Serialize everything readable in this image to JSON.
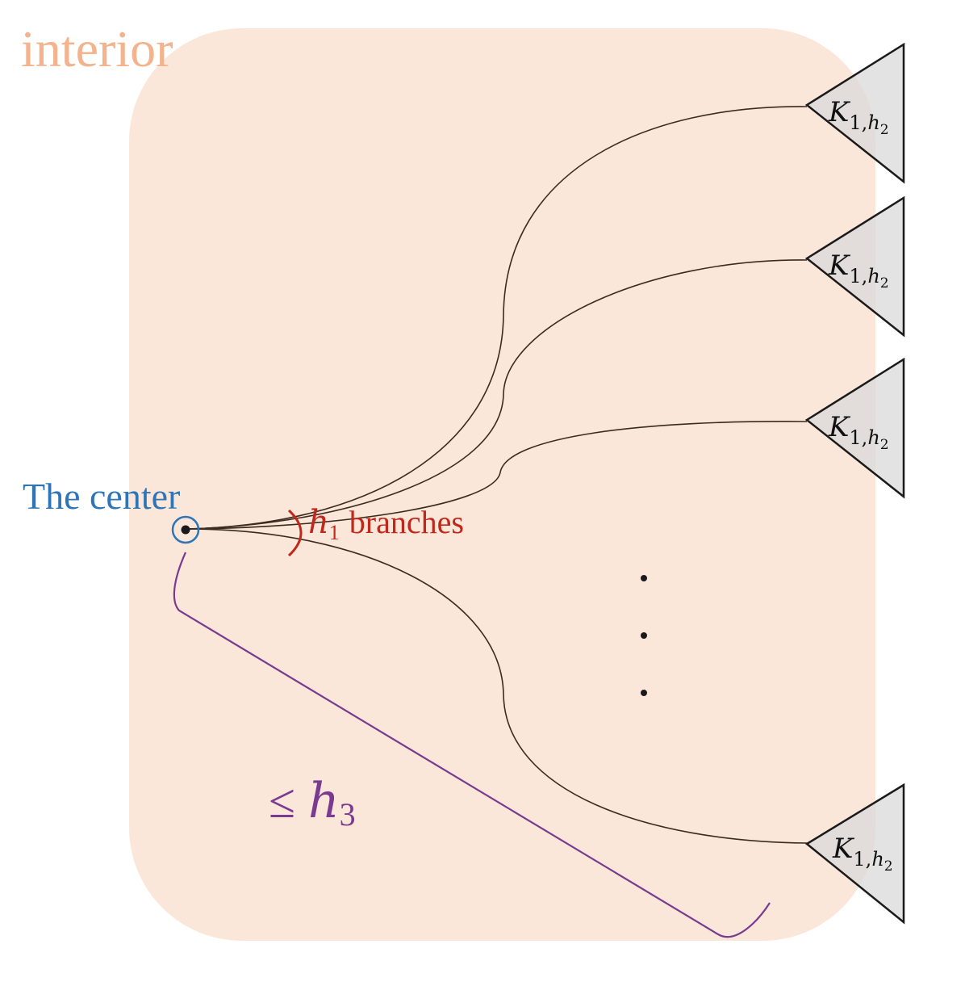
{
  "diagram": {
    "region_label": "interior",
    "center_label": "The center",
    "branches_label": {
      "var": "h",
      "sub": "1",
      "text": "branches"
    },
    "depth_label": {
      "symbol": "≤",
      "var": "h",
      "sub": "3"
    },
    "leaf_label": {
      "var": "K",
      "sub_1": "1,",
      "sub_var": "h",
      "sub_2": "2"
    },
    "leaf_count_shown": 4,
    "ellipsis": "⋮",
    "colors": {
      "region_fill": "#fbe7da",
      "region_label": "#f2b38d",
      "center": "#2f75b5",
      "branches": "#c0281b",
      "depth": "#7a3a8f",
      "triangle_fill": "#d9d9d9",
      "triangle_stroke": "#1a1a1a",
      "edge": "#3a2a20"
    }
  }
}
